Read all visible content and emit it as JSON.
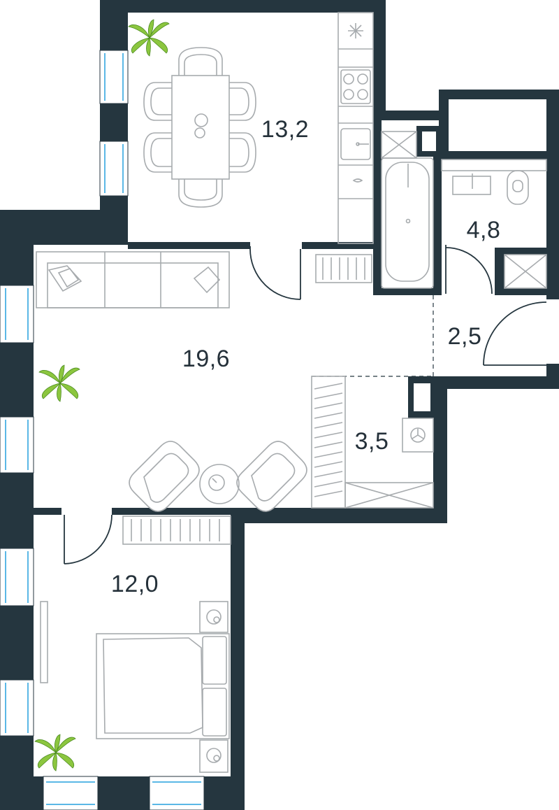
{
  "plan": {
    "rooms": [
      {
        "id": "kitchen",
        "area": "13,2"
      },
      {
        "id": "bathroom",
        "area": "4,8"
      },
      {
        "id": "hall",
        "area": "2,5"
      },
      {
        "id": "living",
        "area": "19,6"
      },
      {
        "id": "wardrobe",
        "area": "3,5"
      },
      {
        "id": "bedroom",
        "area": "12,0"
      }
    ]
  },
  "colors": {
    "wall": "#25363f",
    "furniture": "#a7abae",
    "glass": "#5bb8e6",
    "plant": "#8cc63f",
    "text": "#25313a"
  }
}
